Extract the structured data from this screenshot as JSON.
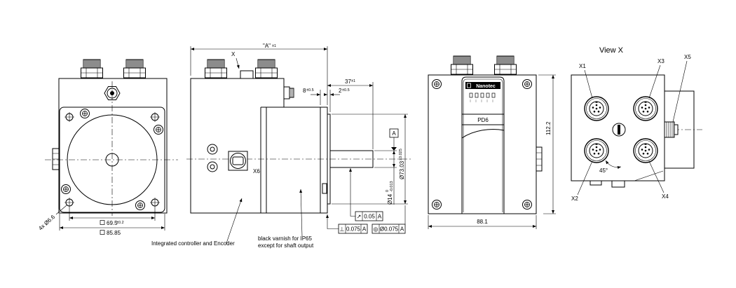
{
  "views": {
    "left": {
      "hole_note": "4x Ø6.6",
      "inner_square": {
        "value": "69.5",
        "tol": "±0.2"
      },
      "outer_square": {
        "value": "85.85"
      }
    },
    "side": {
      "view_marker": "X",
      "overall_length": {
        "value": "\"A\"",
        "tol": "±1"
      },
      "shaft_length": {
        "value": "37",
        "tol": "±1"
      },
      "flange_thickness": {
        "value": "8",
        "tol": "±0.5"
      },
      "pilot_depth": {
        "value": "2",
        "tol": "±0.5"
      },
      "datum_label": "A",
      "shaft_diameter": {
        "value": "Ø14",
        "tol_upper": "0",
        "tol_lower": "-0.013"
      },
      "pilot_diameter": {
        "value": "Ø73.03",
        "tol": "±0.025"
      },
      "connector_label": "X6",
      "tolerance_frames": [
        {
          "symbol": "↗",
          "value": "0.05",
          "datum": "A"
        },
        {
          "symbol": "⊥",
          "value": "0.075",
          "datum": "A"
        },
        {
          "symbol": "◎",
          "value": "Ø0.075",
          "datum": "A"
        }
      ]
    },
    "front": {
      "brand": "Nanotec",
      "model": "PD6",
      "height": "112.2",
      "width": "88.1"
    },
    "view_x": {
      "title": "View X",
      "connectors": {
        "x1": "X1",
        "x2": "X2",
        "x3": "X3",
        "x4": "X4",
        "x5": "X5"
      },
      "angle": "45°"
    }
  },
  "notes": {
    "controller": "Integrated controller and Encoder",
    "varnish_line1": "black varnish for IP65",
    "varnish_line2": "except for shaft output"
  }
}
